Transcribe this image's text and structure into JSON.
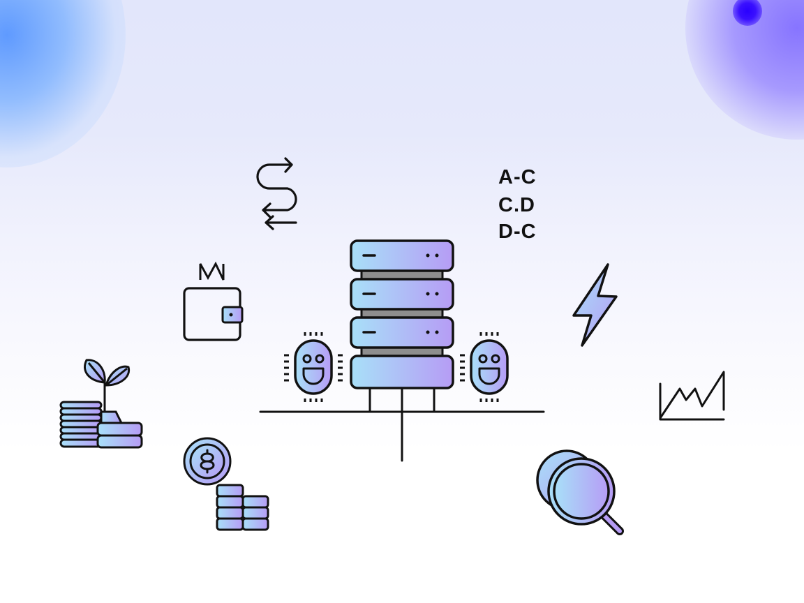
{
  "illustration": {
    "theme": "server-network-finance",
    "colors": {
      "gradient_start": "#a8e0f8",
      "gradient_end": "#b69cf5",
      "stroke": "#111111",
      "rack_spacer": "#8e8e8e",
      "blob_left": "#5896ff",
      "blob_right": "#8c78ff",
      "blob_dot": "#2a00ff"
    },
    "labels": {
      "line1": "A-C",
      "line2": "C.D",
      "line3": "D-C"
    },
    "wallet_mark": "WN",
    "icons": [
      "server-rack-icon",
      "robot-chip-icon",
      "robot-chip-icon",
      "wallet-icon",
      "transfer-arrows-icon",
      "lightning-bolt-icon",
      "line-chart-icon",
      "plant-coins-icon",
      "crypto-coin-stack-icon",
      "magnifier-icon"
    ]
  }
}
